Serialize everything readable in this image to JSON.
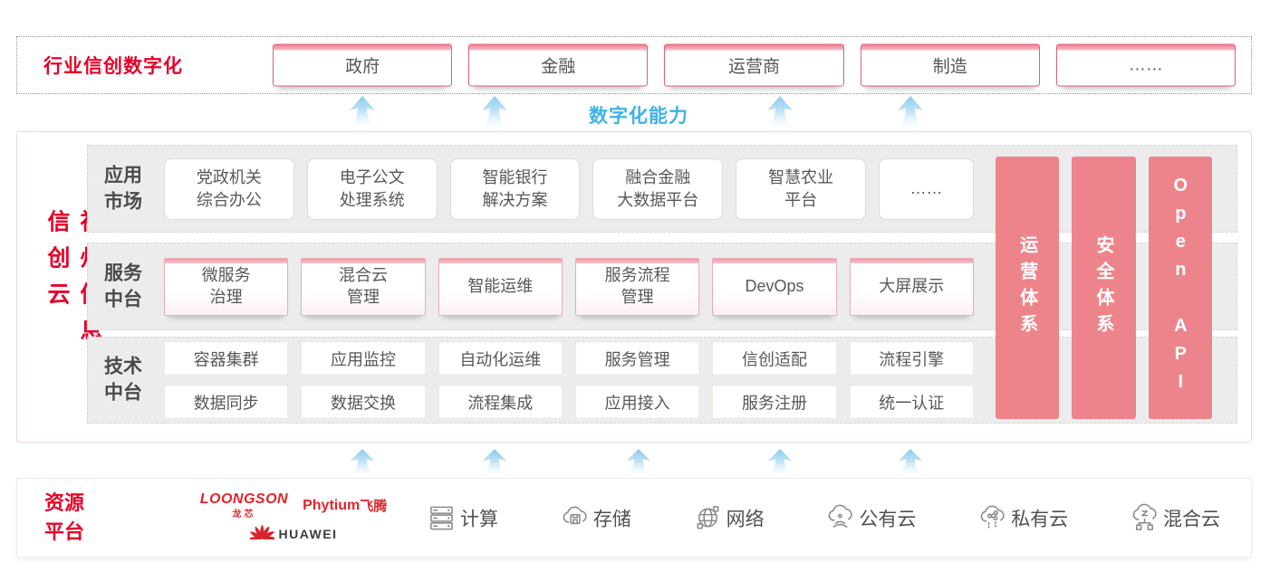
{
  "top_band": {
    "title": "行业信创数字化",
    "industries": [
      "政府",
      "金融",
      "运营商",
      "制造",
      "……"
    ]
  },
  "capability_label": "数字化能力",
  "cloud_platform": {
    "vertical_title": "神州信息信创云",
    "app_market": {
      "label": "应用市场",
      "cards": [
        [
          "党政机关",
          "综合办公"
        ],
        [
          "电子公文",
          "处理系统"
        ],
        [
          "智能银行",
          "解决方案"
        ],
        [
          "融合金融",
          "大数据平台"
        ],
        [
          "智慧农业",
          "平台"
        ],
        [
          "……"
        ]
      ]
    },
    "service_platform": {
      "label": "服务中台",
      "cards": [
        [
          "微服务",
          "治理"
        ],
        [
          "混合云",
          "管理"
        ],
        [
          "智能运维"
        ],
        [
          "服务流程",
          "管理"
        ],
        [
          "DevOps"
        ],
        [
          "大屏展示"
        ]
      ]
    },
    "tech_platform": {
      "label": "技术中台",
      "rows": [
        [
          "容器集群",
          "应用监控",
          "自动化运维",
          "服务管理",
          "信创适配",
          "流程引擎"
        ],
        [
          "数据同步",
          "数据交换",
          "流程集成",
          "应用接入",
          "服务注册",
          "统一认证"
        ]
      ]
    },
    "pillars": [
      "运营体系",
      "安全体系",
      "Open API"
    ]
  },
  "resource_platform": {
    "title": "资源平台",
    "vendors": {
      "loongson": {
        "name": "LOONGSON",
        "sub": "龙芯"
      },
      "phytium": {
        "name": "Phytium",
        "sub": "飞腾"
      },
      "huawei": {
        "name": "HUAWEI"
      }
    },
    "resources": [
      {
        "icon": "compute-icon",
        "label": "计算"
      },
      {
        "icon": "storage-icon",
        "label": "存储"
      },
      {
        "icon": "network-icon",
        "label": "网络"
      },
      {
        "icon": "public-cloud-icon",
        "label": "公有云"
      },
      {
        "icon": "private-cloud-icon",
        "label": "私有云"
      },
      {
        "icon": "hybrid-cloud-icon",
        "label": "混合云"
      }
    ]
  },
  "colors": {
    "brand_red": "#e60028",
    "pillar_pink": "#ee848b",
    "capability_blue": "#3fb2e8",
    "arrow_blue": "#9ed2f0",
    "vendor_red": "#e0242b"
  }
}
